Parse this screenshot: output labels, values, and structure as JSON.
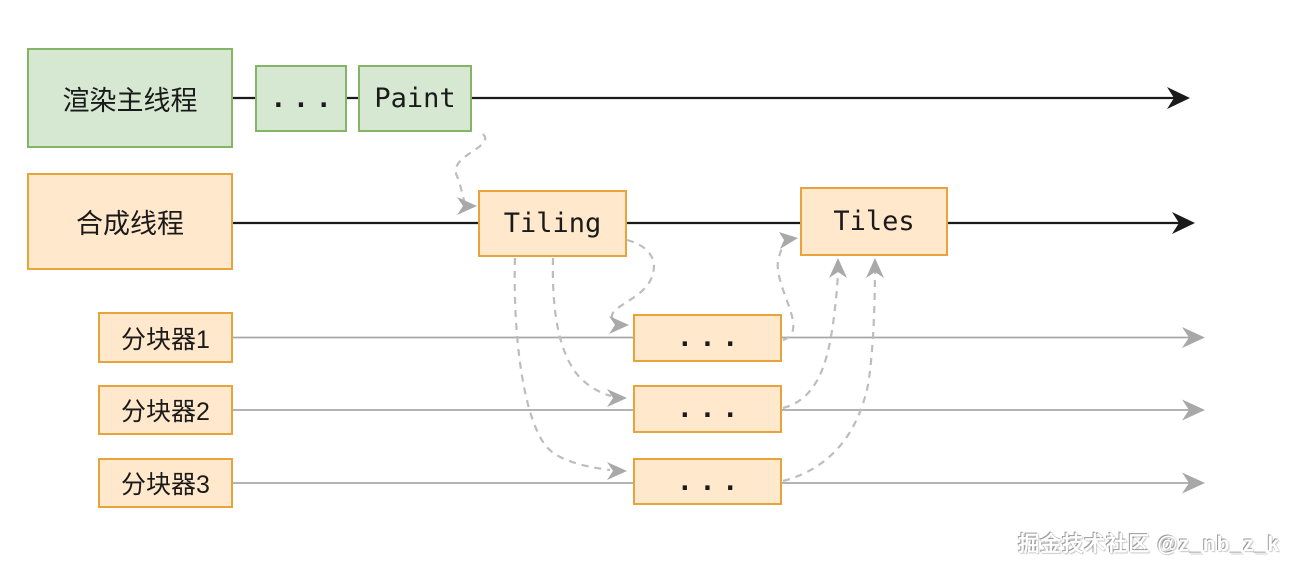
{
  "diagram": {
    "title_hint": "browser-rendering-pipeline-threads",
    "boxes": {
      "render_main": {
        "label": "渲染主线程"
      },
      "main_ellipsis": {
        "label": "..."
      },
      "paint": {
        "label": "Paint"
      },
      "compositor": {
        "label": "合成线程"
      },
      "tiling": {
        "label": "Tiling"
      },
      "tiles": {
        "label": "Tiles"
      },
      "tiler1": {
        "label": "分块器1"
      },
      "tiler2": {
        "label": "分块器2"
      },
      "tiler3": {
        "label": "分块器3"
      },
      "tiler1_ellipsis": {
        "label": "..."
      },
      "tiler2_ellipsis": {
        "label": "..."
      },
      "tiler3_ellipsis": {
        "label": "..."
      }
    },
    "colors": {
      "green_fill": "#d6e8d2",
      "green_border": "#84b468",
      "orange_fill": "#ffe8cc",
      "orange_border": "#e8a33c",
      "timeline_black": "#1a1a1a",
      "timeline_gray": "#a8a8a8",
      "dashed_gray": "#bdbdbd",
      "arrowhead_gray": "#a9a9a9",
      "text": "#1a1a1a"
    },
    "watermark": {
      "text": "掘金技术社区 @z_nb_z_k"
    }
  }
}
